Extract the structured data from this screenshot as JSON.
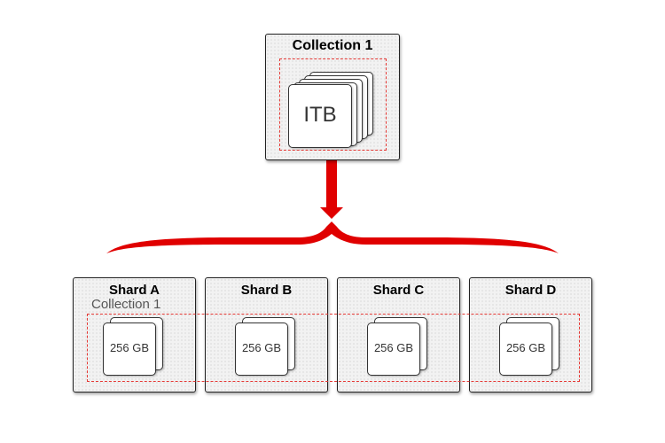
{
  "colors": {
    "arrow": "#e00000",
    "dashed_border": "#e53935",
    "panel_border": "#222222"
  },
  "collection": {
    "title": "Collection 1",
    "volume_label": "ITB"
  },
  "shards": [
    {
      "title": "Shard A",
      "volume_label": "256 GB"
    },
    {
      "title": "Shard B",
      "volume_label": "256 GB"
    },
    {
      "title": "Shard C",
      "volume_label": "256 GB"
    },
    {
      "title": "Shard D",
      "volume_label": "256 GB"
    }
  ],
  "spanning_collection_label": "Collection 1",
  "icons": [
    "down-arrow-icon",
    "brace-icon",
    "disk-stack-icon"
  ]
}
